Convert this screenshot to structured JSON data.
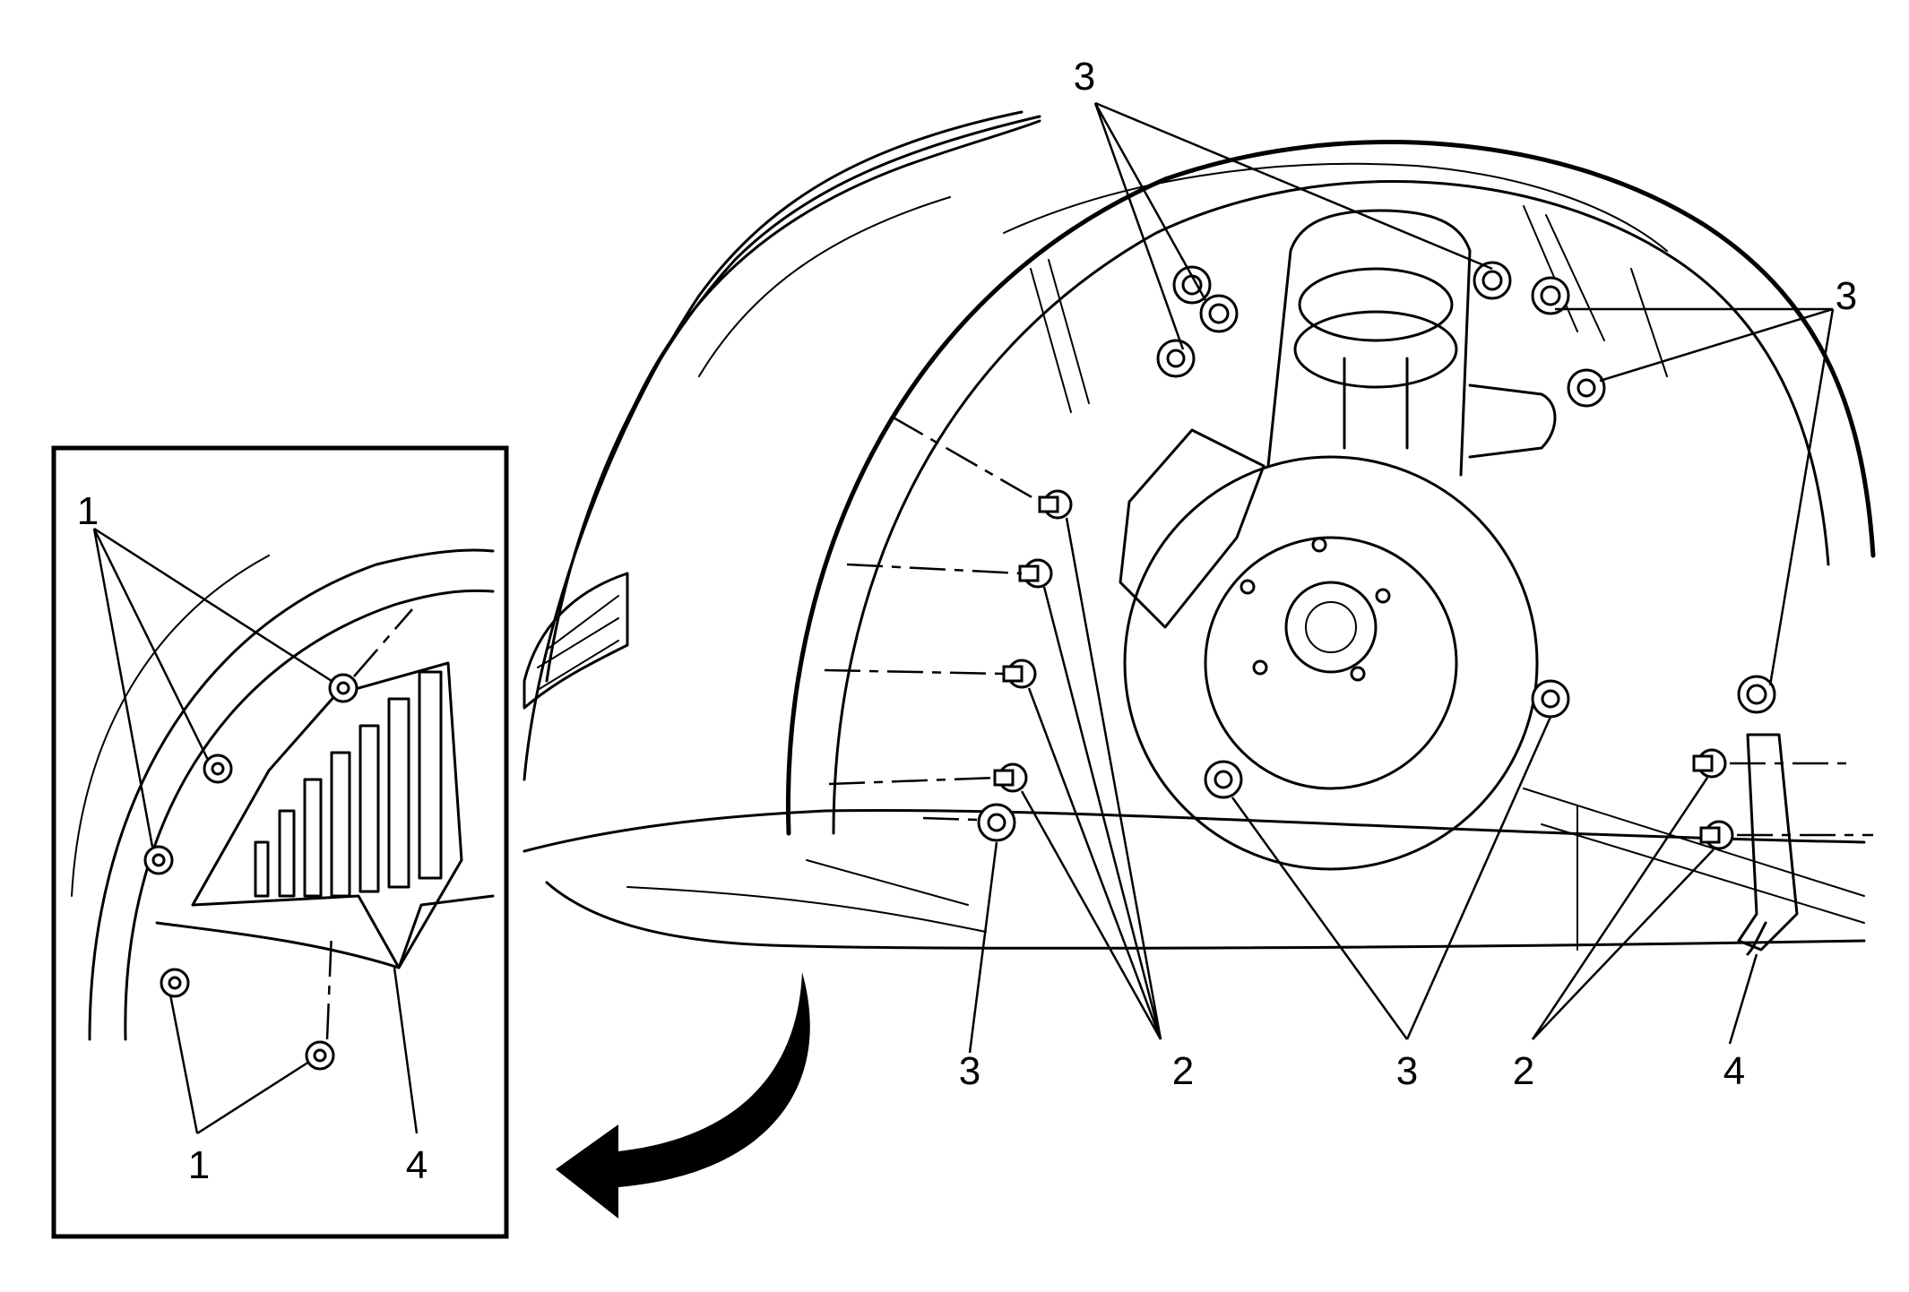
{
  "diagram": {
    "callouts": {
      "fastener_1": "1",
      "fastener_2": "2",
      "fastener_3": "3",
      "liner_4": "4"
    }
  }
}
